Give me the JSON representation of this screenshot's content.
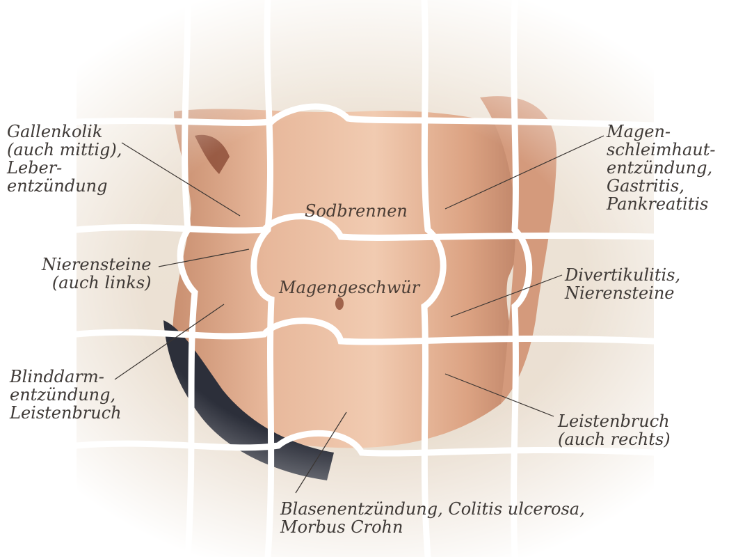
{
  "diagram": {
    "annotations": [
      {
        "id": "gallenkolik",
        "text": "Gallenkolik\n(auch mittig),\nLeber-\nentzündung"
      },
      {
        "id": "magenschleimhaut",
        "text": "Magen-\nschleimhaut-\nentzündung,\nGastritis,\nPankreatitis"
      },
      {
        "id": "sodbrennen",
        "text": "Sodbrennen"
      },
      {
        "id": "nierensteine-links",
        "text": "Nierensteine\n(auch links)"
      },
      {
        "id": "magengeschwuer",
        "text": "Magengeschwür"
      },
      {
        "id": "divertikulitis",
        "text": "Divertikulitis,\nNierensteine"
      },
      {
        "id": "blinddarm",
        "text": "Blinddarm-\nentzündung,\nLeistenbruch"
      },
      {
        "id": "leistenbruch-rechts",
        "text": "Leistenbruch\n(auch rechts)"
      },
      {
        "id": "blasenentzuendung",
        "text": "Blasenentzündung, Colitis ulcerosa,\nMorbus Crohn"
      }
    ],
    "colors": {
      "skin": "#e8b898",
      "skin_shadow": "#c98f70",
      "puzzle_light": "#efe7dc",
      "puzzle_gap": "#ffffff",
      "underwear": "#2c2f3a",
      "leader_line": "#3a3532",
      "text": "#3f3a37"
    }
  }
}
